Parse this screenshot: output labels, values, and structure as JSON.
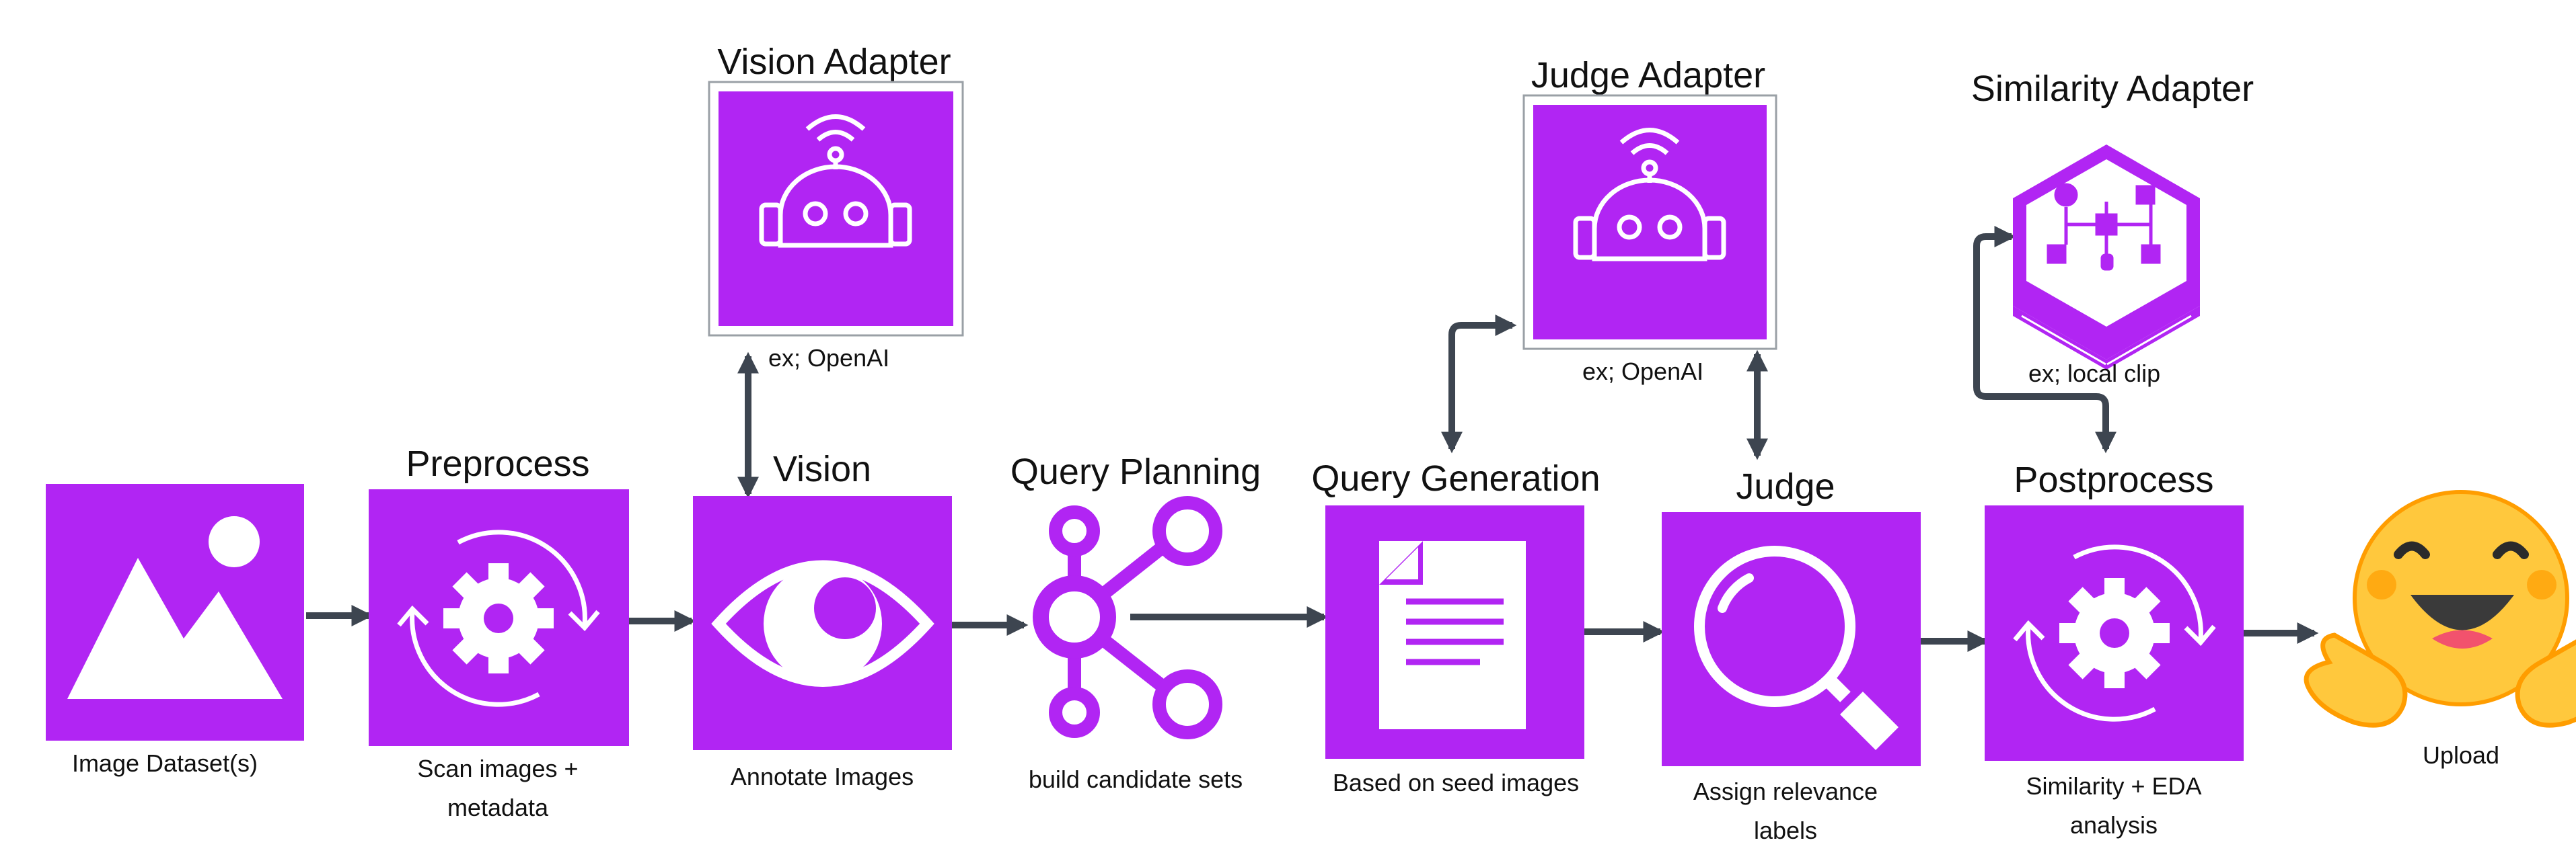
{
  "colors": {
    "accent": "#b125f3",
    "connector": "#3d4550",
    "hug_face": "#ffc83d",
    "hug_outline": "#ff9d00"
  },
  "nodes": {
    "image_dataset": {
      "icon": "image-icon",
      "caption": "Image Dataset(s)"
    },
    "preprocess": {
      "title": "Preprocess",
      "icon": "gear-cycle-icon",
      "caption_lines": [
        "Scan images +",
        "metadata"
      ]
    },
    "vision": {
      "title": "Vision",
      "icon": "eye-icon",
      "caption": "Annotate Images"
    },
    "query_planning": {
      "title": "Query Planning",
      "icon": "network-icon",
      "caption": "build candidate sets"
    },
    "query_generation": {
      "title": "Query Generation",
      "icon": "document-icon",
      "caption": "Based on seed images"
    },
    "judge": {
      "title": "Judge",
      "icon": "magnifier-icon",
      "caption_lines": [
        "Assign relevance",
        "labels"
      ]
    },
    "postprocess": {
      "title": "Postprocess",
      "icon": "gear-cycle-icon",
      "caption_lines": [
        "Similarity + EDA",
        "analysis"
      ]
    },
    "upload": {
      "icon": "hugging-face-icon",
      "caption": "Upload"
    }
  },
  "adapters": {
    "vision": {
      "title": "Vision Adapter",
      "icon": "robot-icon",
      "note": "ex; OpenAI"
    },
    "judge": {
      "title": "Judge Adapter",
      "icon": "robot-icon",
      "note": "ex; OpenAI"
    },
    "similarity": {
      "title": "Similarity Adapter",
      "icon": "cube-network-icon",
      "note": "ex; local clip"
    }
  }
}
